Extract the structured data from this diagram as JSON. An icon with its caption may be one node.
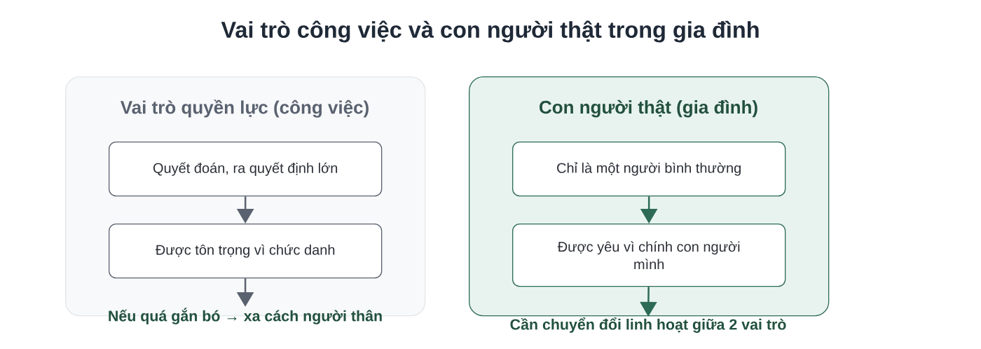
{
  "diagram": {
    "title": "Vai trò công việc và con người thật trong gia đình",
    "nodes": [
      {
        "text": [
          "Vai trò quyền lực (công việc)"
        ]
      },
      {
        "text": [
          "Quyết đoán, ra quyết định lớn"
        ],
        "in": 0
      },
      {
        "text": [
          "Được tôn trọng vì chức danh"
        ],
        "in": 0
      },
      {
        "text": [
          "Nếu quá gắn bó → xa cách người thân"
        ]
      },
      {
        "text": [
          "Con người thật (gia đình)"
        ]
      },
      {
        "text": [
          "Chỉ là một người bình thường"
        ],
        "in": 4
      },
      {
        "text": [
          "Được yêu vì chính con người mình"
        ],
        "in": 4
      },
      {
        "text": [
          "Cần chuyển đổi linh hoạt giữa 2 vai trò"
        ]
      }
    ],
    "edges": [
      {
        "from": 1,
        "to": 2,
        "arrow": "to",
        "color": "#5a6270"
      },
      {
        "from": 2,
        "to": 3,
        "arrow": "to",
        "color": "#5a6270"
      },
      {
        "from": 5,
        "to": 6,
        "arrow": "to",
        "color": "#2e6b57"
      },
      {
        "from": 6,
        "to": 7,
        "arrow": "to",
        "color": "#2e6b57"
      }
    ]
  }
}
